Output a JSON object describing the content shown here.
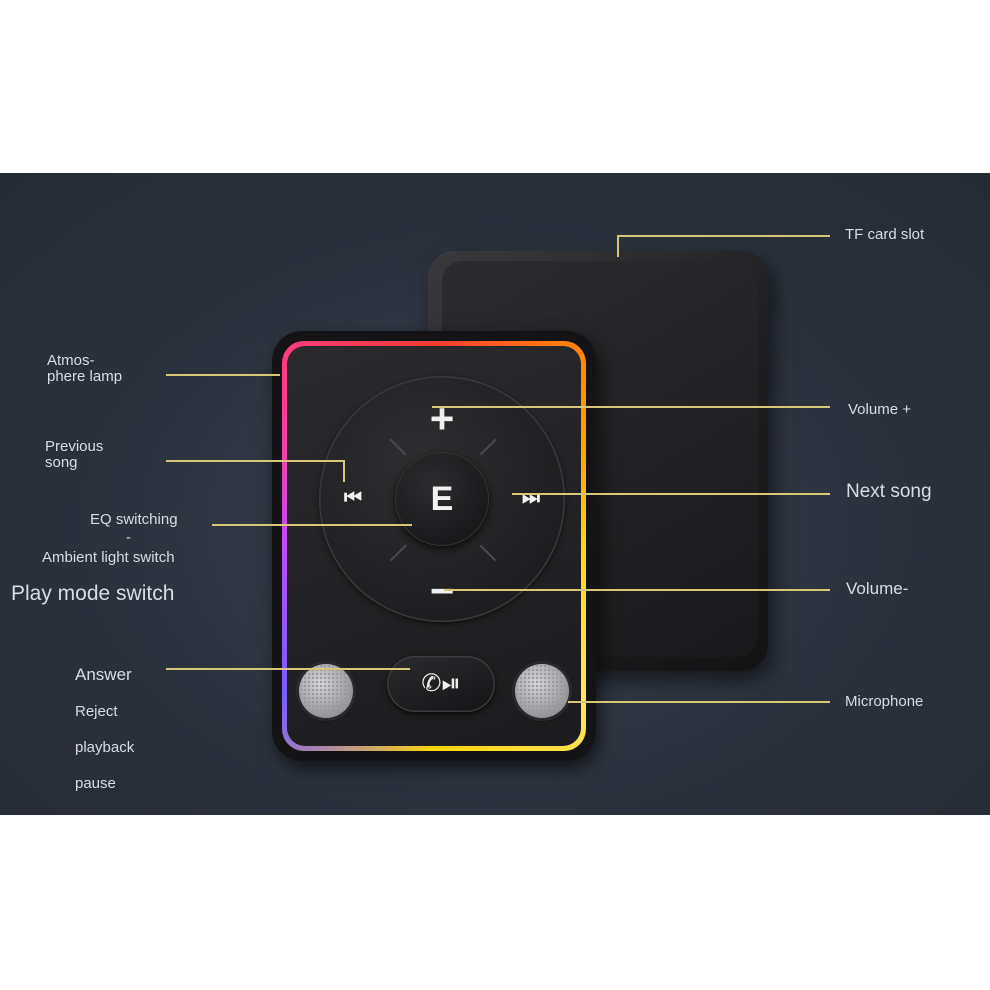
{
  "labels": {
    "tf_card_slot": "TF card slot",
    "atmosphere_lamp_line1": "Atmos-",
    "atmosphere_lamp_line2": "phere lamp",
    "volume_plus": "Volume +",
    "previous_song_line1": "Previous",
    "previous_song_line2": "song",
    "next_song": "Next song",
    "eq_switching": "EQ switching",
    "eq_dash": "-",
    "ambient_light_switch": "Ambient light switch",
    "play_mode_switch": "Play mode switch",
    "volume_minus": "Volume-",
    "answer": "Answer",
    "reject": "Reject",
    "playback": "playback",
    "pause": "pause",
    "microphone": "Microphone"
  },
  "device": {
    "center_button": "E",
    "plus_symbol": "+",
    "minus_symbol": "−",
    "prev_symbol": "⏮",
    "next_symbol": "⏭",
    "call_symbol": "✆⏯"
  },
  "colors": {
    "background": "#2c323d",
    "leader_lines": "#d6c77a",
    "label_text": "#d9dde3",
    "device_body": "#1c1c1e"
  }
}
